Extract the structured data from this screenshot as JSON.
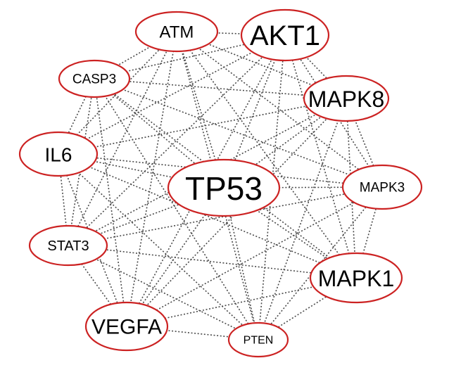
{
  "colors": {
    "node_border": "#cc2222",
    "edge": "#4a4a4a",
    "label": "#000000"
  },
  "nodes": [
    {
      "id": "TP53",
      "label": "TP53"
    },
    {
      "id": "AKT1",
      "label": "AKT1"
    },
    {
      "id": "MAPK8",
      "label": "MAPK8"
    },
    {
      "id": "MAPK1",
      "label": "MAPK1"
    },
    {
      "id": "VEGFA",
      "label": "VEGFA"
    },
    {
      "id": "ATM",
      "label": "ATM"
    },
    {
      "id": "IL6",
      "label": "IL6"
    },
    {
      "id": "CASP3",
      "label": "CASP3"
    },
    {
      "id": "MAPK3",
      "label": "MAPK3"
    },
    {
      "id": "STAT3",
      "label": "STAT3"
    },
    {
      "id": "PTEN",
      "label": "PTEN"
    }
  ],
  "edges": [
    [
      "ATM",
      "AKT1"
    ],
    [
      "ATM",
      "CASP3"
    ],
    [
      "ATM",
      "MAPK8"
    ],
    [
      "ATM",
      "TP53"
    ],
    [
      "ATM",
      "IL6"
    ],
    [
      "ATM",
      "STAT3"
    ],
    [
      "ATM",
      "MAPK3"
    ],
    [
      "ATM",
      "MAPK1"
    ],
    [
      "ATM",
      "VEGFA"
    ],
    [
      "ATM",
      "PTEN"
    ],
    [
      "AKT1",
      "MAPK8"
    ],
    [
      "AKT1",
      "CASP3"
    ],
    [
      "AKT1",
      "TP53"
    ],
    [
      "AKT1",
      "MAPK3"
    ],
    [
      "AKT1",
      "MAPK1"
    ],
    [
      "AKT1",
      "IL6"
    ],
    [
      "AKT1",
      "STAT3"
    ],
    [
      "AKT1",
      "VEGFA"
    ],
    [
      "AKT1",
      "PTEN"
    ],
    [
      "CASP3",
      "MAPK8"
    ],
    [
      "CASP3",
      "IL6"
    ],
    [
      "CASP3",
      "STAT3"
    ],
    [
      "CASP3",
      "VEGFA"
    ],
    [
      "CASP3",
      "TP53"
    ],
    [
      "CASP3",
      "MAPK3"
    ],
    [
      "CASP3",
      "MAPK1"
    ],
    [
      "CASP3",
      "PTEN"
    ],
    [
      "MAPK8",
      "IL6"
    ],
    [
      "MAPK8",
      "TP53"
    ],
    [
      "MAPK8",
      "MAPK3"
    ],
    [
      "MAPK8",
      "MAPK1"
    ],
    [
      "MAPK8",
      "STAT3"
    ],
    [
      "MAPK8",
      "VEGFA"
    ],
    [
      "MAPK8",
      "PTEN"
    ],
    [
      "IL6",
      "TP53"
    ],
    [
      "IL6",
      "STAT3"
    ],
    [
      "IL6",
      "VEGFA"
    ],
    [
      "IL6",
      "MAPK3"
    ],
    [
      "IL6",
      "MAPK1"
    ],
    [
      "IL6",
      "PTEN"
    ],
    [
      "TP53",
      "MAPK3"
    ],
    [
      "TP53",
      "STAT3"
    ],
    [
      "TP53",
      "MAPK1"
    ],
    [
      "TP53",
      "VEGFA"
    ],
    [
      "TP53",
      "PTEN"
    ],
    [
      "MAPK3",
      "MAPK1"
    ],
    [
      "MAPK3",
      "STAT3"
    ],
    [
      "MAPK3",
      "VEGFA"
    ],
    [
      "MAPK3",
      "PTEN"
    ],
    [
      "STAT3",
      "VEGFA"
    ],
    [
      "STAT3",
      "MAPK1"
    ],
    [
      "STAT3",
      "PTEN"
    ],
    [
      "MAPK1",
      "VEGFA"
    ],
    [
      "MAPK1",
      "PTEN"
    ],
    [
      "VEGFA",
      "PTEN"
    ]
  ]
}
